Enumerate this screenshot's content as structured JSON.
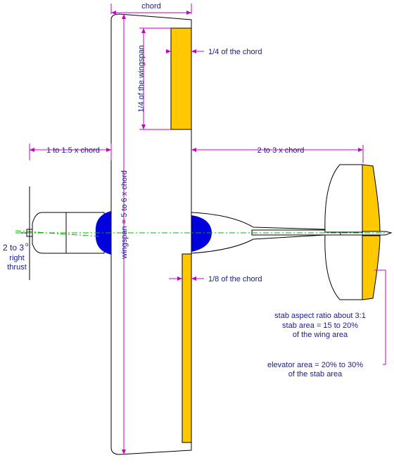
{
  "colors": {
    "outline": "#000000",
    "aileron": "#ffc800",
    "dimension": "#c800c8",
    "centerline": "#00b400",
    "spinner_blue": "#0000dc",
    "text": "#1a1a8c"
  },
  "labels": {
    "chord": "chord",
    "aileron_chord": "1/4 of the chord",
    "aileron_span": "1/4 of the wingspan",
    "nose_length": "1 to 1.5 x chord",
    "tail_moment": "2 to 3 x chord",
    "wingspan": "wingspan = 5 to 6 x chord",
    "flap_chord": "1/8 of the chord",
    "thrust": [
      "2 to 3",
      "o",
      "right",
      "thrust"
    ],
    "stab_notes": [
      "stab aspect ratio about 3:1",
      "stab area = 15 to 20%",
      "of the wing area"
    ],
    "elevator_notes": [
      "elevator area = 20% to 30%",
      "of the stab area"
    ]
  }
}
